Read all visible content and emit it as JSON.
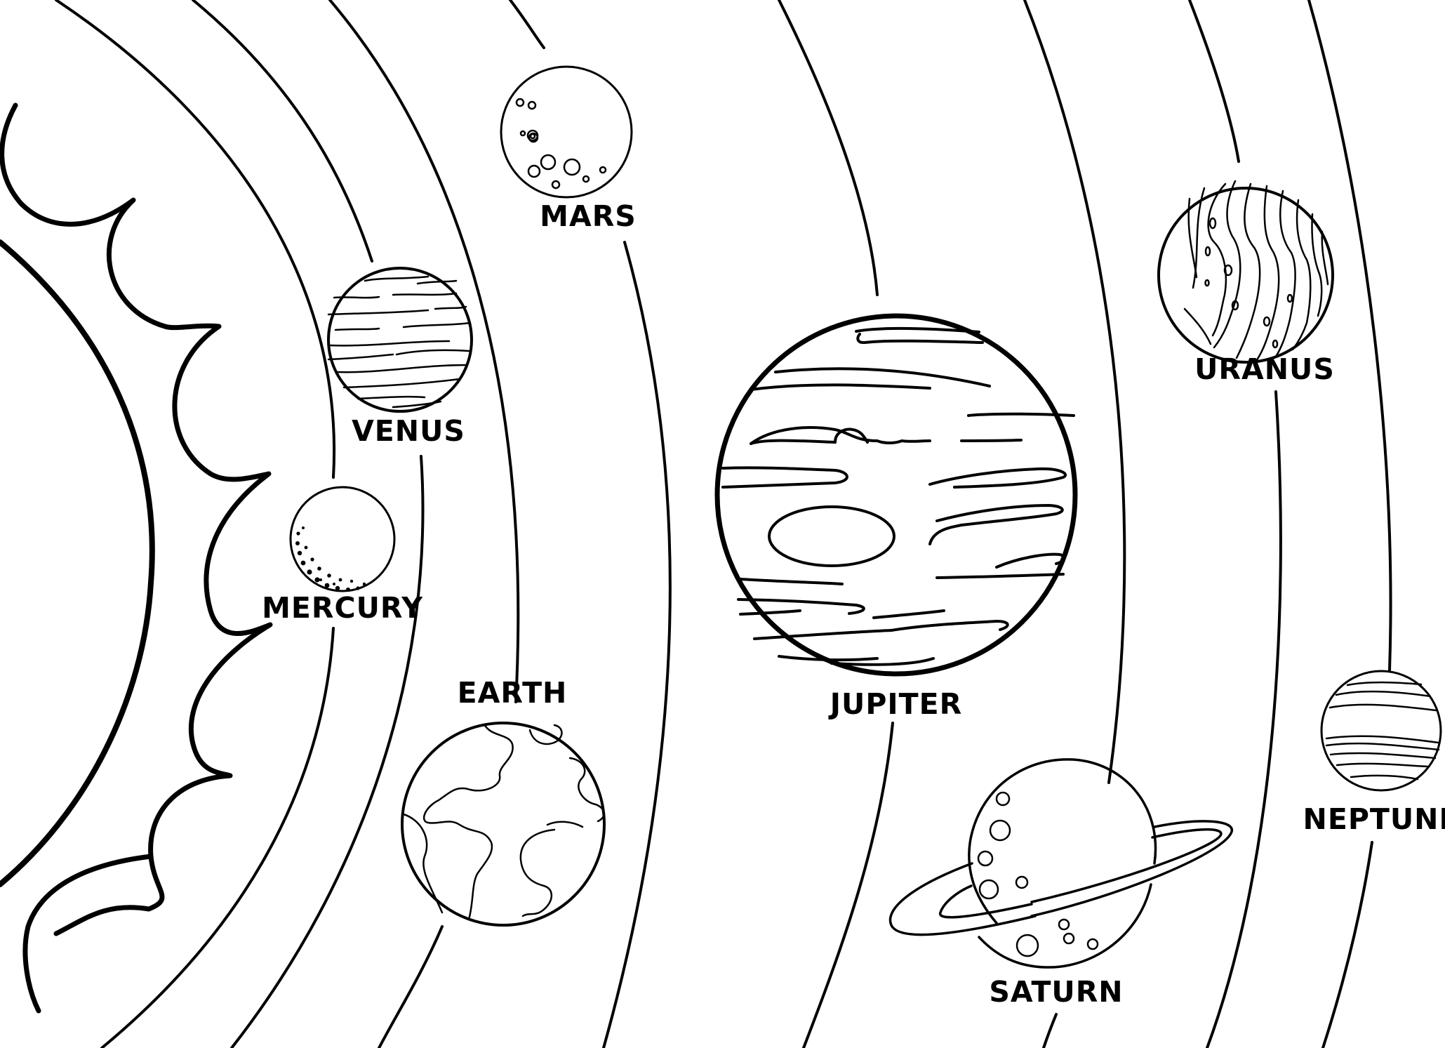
{
  "diagram": {
    "background_color": "#ffffff",
    "line_color": "#000000",
    "planets": [
      {
        "key": "mercury",
        "label": "MERCURY",
        "icon": "mercury-icon"
      },
      {
        "key": "venus",
        "label": "VENUS",
        "icon": "venus-icon"
      },
      {
        "key": "earth",
        "label": "EARTH",
        "icon": "earth-icon"
      },
      {
        "key": "mars",
        "label": "MARS",
        "icon": "mars-icon"
      },
      {
        "key": "jupiter",
        "label": "JUPITER",
        "icon": "jupiter-icon"
      },
      {
        "key": "saturn",
        "label": "SATURN",
        "icon": "saturn-icon"
      },
      {
        "key": "uranus",
        "label": "URANUS",
        "icon": "uranus-icon"
      },
      {
        "key": "neptune",
        "label": "NEPTUNE",
        "icon": "neptune-icon"
      }
    ]
  }
}
